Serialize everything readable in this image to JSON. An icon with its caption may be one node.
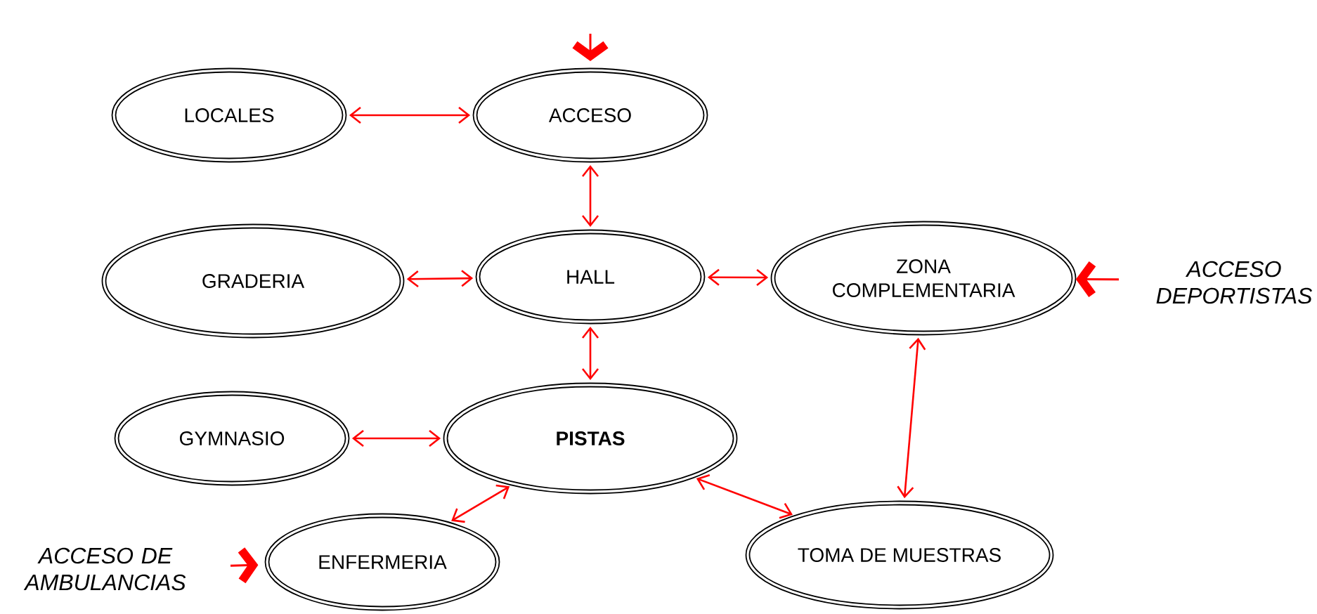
{
  "diagram": {
    "nodes": [
      {
        "text": [
          "LOCALES"
        ]
      },
      {
        "text": [
          "ACCESO"
        ]
      },
      {
        "text": [
          "GRADERIA"
        ]
      },
      {
        "text": [
          "HALL"
        ]
      },
      {
        "text": [
          "ZONA COMPLEMENTARIA"
        ]
      },
      {
        "text": [
          "GYMNASIO"
        ]
      },
      {
        "text": [
          "PISTAS"
        ]
      },
      {
        "text": [
          "ENFERMERIA"
        ]
      },
      {
        "text": [
          "TOMA DE MUESTRAS"
        ]
      }
    ],
    "labels": [
      "ACCESO DEPORTISTAS",
      "ACCESO DE AMBULANCIAS"
    ],
    "edges": [
      {
        "from": 0,
        "to": 1,
        "arrow": "both"
      },
      {
        "from": 1,
        "to": 3,
        "arrow": "both"
      },
      {
        "from": 2,
        "to": 3,
        "arrow": "both"
      },
      {
        "from": 3,
        "to": 4,
        "arrow": "both"
      },
      {
        "from": 3,
        "to": 6,
        "arrow": "both"
      },
      {
        "from": 5,
        "to": 6,
        "arrow": "both"
      },
      {
        "from": 6,
        "to": 7,
        "arrow": "both"
      },
      {
        "from": 6,
        "to": 8,
        "arrow": "both"
      },
      {
        "from": 4,
        "to": 8,
        "arrow": "both"
      },
      {
        "from": null,
        "to": 1,
        "arrow": "to",
        "style": "thick"
      },
      {
        "from": null,
        "to": 4,
        "arrow": "to",
        "style": "thick"
      },
      {
        "from": null,
        "to": 7,
        "arrow": "to",
        "style": "thick"
      }
    ]
  }
}
